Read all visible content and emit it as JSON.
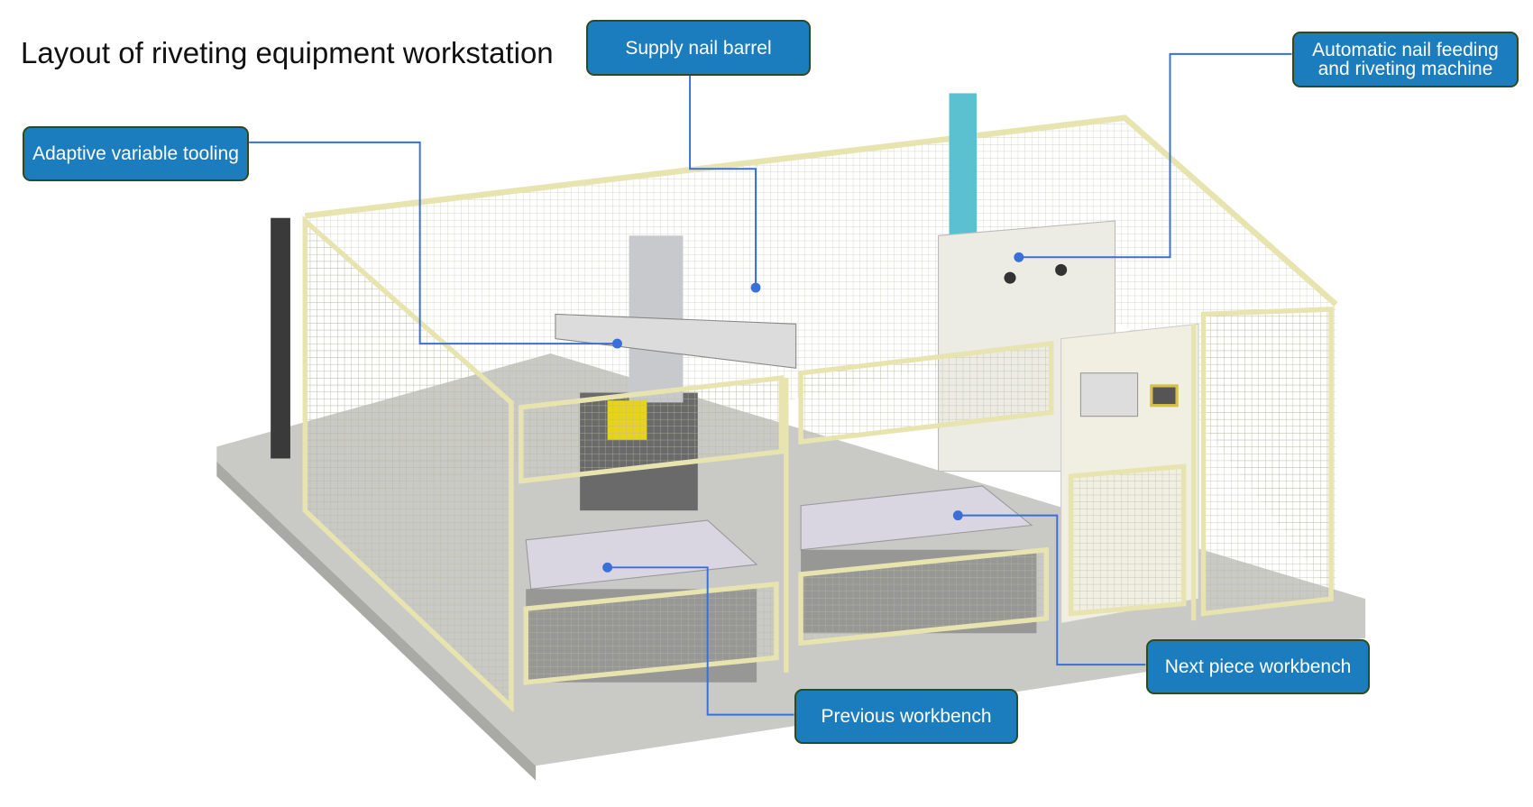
{
  "title": "Layout of riveting equipment workstation",
  "callouts": {
    "supply_nail_barrel": "Supply nail barrel",
    "automatic_machine": "Automatic nail feeding and riveting machine",
    "adaptive_tooling": "Adaptive variable tooling",
    "next_piece_workbench": "Next piece workbench",
    "previous_workbench": "Previous workbench"
  },
  "colors": {
    "callout_fill": "#1b7dbd",
    "callout_border": "#2e4a1f",
    "leader_line": "#3a6fd8",
    "fence": "#e8e4b0"
  }
}
